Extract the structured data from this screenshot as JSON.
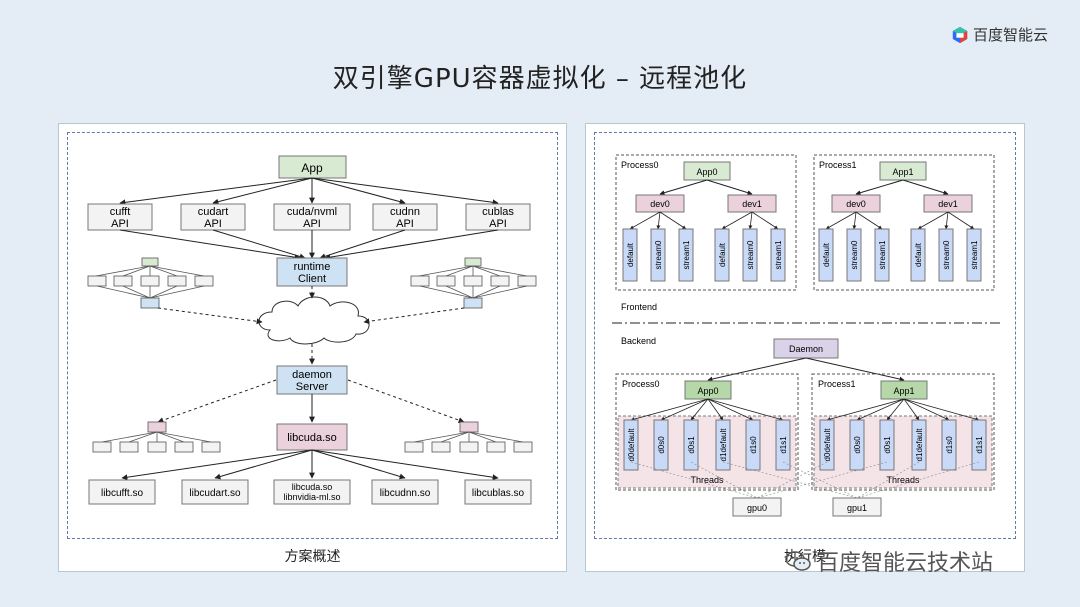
{
  "brand": {
    "name": "百度智能云",
    "logo_icon": "hexagon-cube-logo"
  },
  "title": "双引擎GPU容器虚拟化 – 远程池化",
  "left_panel": {
    "caption": "方案概述",
    "app": "App",
    "apis": [
      {
        "l1": "cufft",
        "l2": "API"
      },
      {
        "l1": "cudart",
        "l2": "API"
      },
      {
        "l1": "cuda/nvml",
        "l2": "API"
      },
      {
        "l1": "cudnn",
        "l2": "API"
      },
      {
        "l1": "cublas",
        "l2": "API"
      }
    ],
    "runtime": {
      "l1": "runtime",
      "l2": "Client"
    },
    "daemon": {
      "l1": "daemon",
      "l2": "Server"
    },
    "libcuda": "libcuda.so",
    "libs": [
      {
        "l1": "libcufft.so",
        "l2": ""
      },
      {
        "l1": "libcudart.so",
        "l2": ""
      },
      {
        "l1": "libcuda.so",
        "l2": "libnvidia-ml.so"
      },
      {
        "l1": "libcudnn.so",
        "l2": ""
      },
      {
        "l1": "libcublas.so",
        "l2": ""
      }
    ]
  },
  "right_panel": {
    "caption": "执行模",
    "frontend_label": "Frontend",
    "backend_label": "Backend",
    "daemon": "Daemon",
    "threads_label": "Threads",
    "frontend_processes": [
      {
        "name": "Process0",
        "app": "App0",
        "devs": [
          "dev0",
          "dev1"
        ]
      },
      {
        "name": "Process1",
        "app": "App1",
        "devs": [
          "dev0",
          "dev1"
        ]
      }
    ],
    "streams": [
      "default",
      "stream0",
      "stream1"
    ],
    "backend_processes": [
      {
        "name": "Process0",
        "app": "App0"
      },
      {
        "name": "Process1",
        "app": "App1"
      }
    ],
    "threads": [
      "d0default",
      "d0s0",
      "d0s1",
      "d1default",
      "d1s0",
      "d1s1"
    ],
    "gpus": [
      "gpu0",
      "gpu1"
    ]
  },
  "watermark": {
    "text": "百度智能云技术站",
    "icon": "wechat-icon"
  },
  "colors": {
    "app_green": "#d9ead3",
    "blue_box": "#cfe2f3",
    "pink_box": "#ead1dc",
    "purple_box": "#d9d2e9",
    "thread_blue": "#c9daf8"
  }
}
